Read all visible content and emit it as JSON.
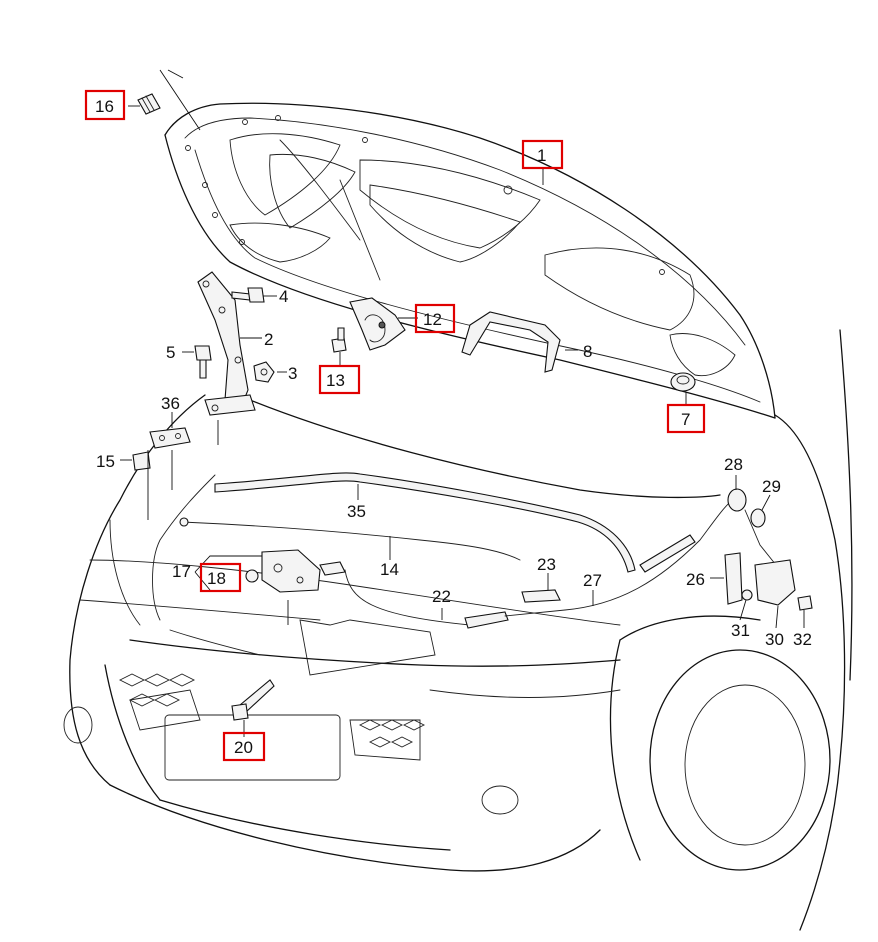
{
  "colors": {
    "highlight": "#e00000",
    "line": "#111111",
    "background": "#ffffff"
  },
  "callouts": [
    {
      "id": "c1",
      "text": "1",
      "highlighted": true
    },
    {
      "id": "c2",
      "text": "2",
      "highlighted": false
    },
    {
      "id": "c3",
      "text": "3",
      "highlighted": false
    },
    {
      "id": "c4",
      "text": "4",
      "highlighted": false
    },
    {
      "id": "c5",
      "text": "5",
      "highlighted": false
    },
    {
      "id": "c7",
      "text": "7",
      "highlighted": true
    },
    {
      "id": "c8",
      "text": "8",
      "highlighted": false
    },
    {
      "id": "c12",
      "text": "12",
      "highlighted": true
    },
    {
      "id": "c13",
      "text": "13",
      "highlighted": true
    },
    {
      "id": "c14",
      "text": "14",
      "highlighted": false
    },
    {
      "id": "c15",
      "text": "15",
      "highlighted": false
    },
    {
      "id": "c16",
      "text": "16",
      "highlighted": true
    },
    {
      "id": "c17",
      "text": "17",
      "highlighted": false
    },
    {
      "id": "c18",
      "text": "18",
      "highlighted": true
    },
    {
      "id": "c20",
      "text": "20",
      "highlighted": true
    },
    {
      "id": "c22",
      "text": "22",
      "highlighted": false
    },
    {
      "id": "c23",
      "text": "23",
      "highlighted": false
    },
    {
      "id": "c26",
      "text": "26",
      "highlighted": false
    },
    {
      "id": "c27",
      "text": "27",
      "highlighted": false
    },
    {
      "id": "c28",
      "text": "28",
      "highlighted": false
    },
    {
      "id": "c29",
      "text": "29",
      "highlighted": false
    },
    {
      "id": "c30",
      "text": "30",
      "highlighted": false
    },
    {
      "id": "c31",
      "text": "31",
      "highlighted": false
    },
    {
      "id": "c32",
      "text": "32",
      "highlighted": false
    },
    {
      "id": "c35",
      "text": "35",
      "highlighted": false
    },
    {
      "id": "c36",
      "text": "36",
      "highlighted": false
    }
  ]
}
